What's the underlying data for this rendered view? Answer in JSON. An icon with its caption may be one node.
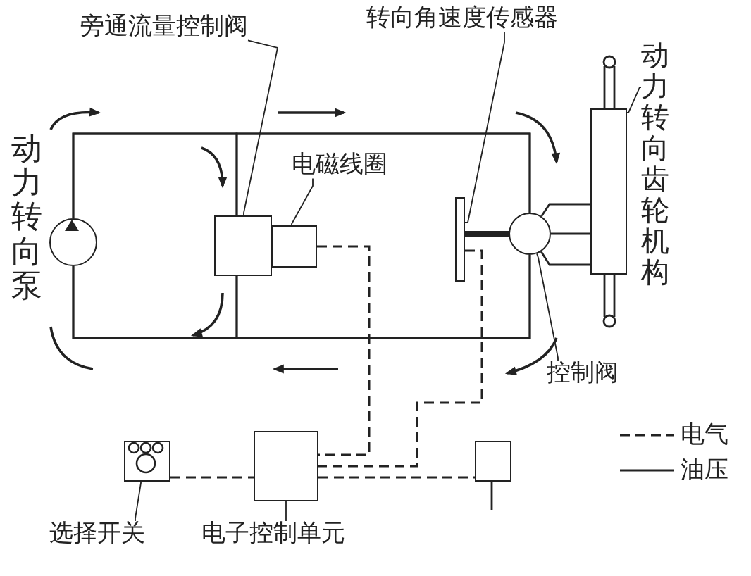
{
  "diagram": {
    "nodes": [
      {
        "text": [
          "旁通流量控制阀"
        ]
      },
      {
        "text": [
          "转向角速度传感器"
        ]
      },
      {
        "text": [
          "动力转向齿轮机构"
        ]
      },
      {
        "text": [
          "动力转向泵"
        ]
      },
      {
        "text": [
          "电磁线圈"
        ]
      },
      {
        "text": [
          "控制阀"
        ]
      },
      {
        "text": [
          "选择开关"
        ]
      },
      {
        "text": [
          "电子控制单元"
        ]
      },
      {
        "text": [],
        "shape": "circle"
      },
      {
        "text": [],
        "shape": "box"
      },
      {
        "text": [],
        "shape": "box"
      },
      {
        "text": [],
        "shape": "box"
      },
      {
        "text": [],
        "shape": "box"
      },
      {
        "text": [],
        "shape": "box"
      },
      {
        "text": [],
        "shape": "box"
      },
      {
        "text": [],
        "shape": "circle"
      },
      {
        "text": [],
        "shape": "box"
      }
    ],
    "edges": [
      {
        "from": 0,
        "to": 10,
        "arrow": "none"
      },
      {
        "from": 1,
        "to": 13,
        "arrow": "none"
      },
      {
        "from": 2,
        "to": 16,
        "arrow": "none"
      },
      {
        "from": 4,
        "to": 12,
        "arrow": "none"
      },
      {
        "from": 5,
        "to": 15,
        "arrow": "none"
      },
      {
        "from": 6,
        "to": 9,
        "arrow": "none"
      },
      {
        "from": 7,
        "to": 11,
        "arrow": "none"
      },
      {
        "from": 8,
        "to": 15,
        "arrow": "none"
      },
      {
        "from": 15,
        "to": 8,
        "arrow": "none"
      },
      {
        "from": 13,
        "to": 15,
        "arrow": "none",
        "style": "thick"
      },
      {
        "from": 15,
        "to": 16,
        "arrow": "none"
      },
      {
        "from": 15,
        "to": 16,
        "arrow": "none"
      },
      {
        "from": 15,
        "to": 16,
        "arrow": "none"
      },
      {
        "from": 12,
        "to": 11,
        "arrow": "none",
        "style": "dashed"
      },
      {
        "from": 13,
        "to": 11,
        "arrow": "none",
        "style": "dashed"
      },
      {
        "from": 9,
        "to": 11,
        "arrow": "none",
        "style": "dashed"
      },
      {
        "from": 11,
        "to": 14,
        "arrow": "none",
        "style": "dashed"
      },
      {
        "from": 10,
        "to": 8,
        "arrow": "none"
      },
      {
        "from": 10,
        "to": 15,
        "arrow": "none"
      },
      {
        "from": 10,
        "to": 8,
        "arrow": "none"
      },
      {
        "from": 10,
        "to": 15,
        "arrow": "none"
      }
    ],
    "legend": [
      {
        "text": "电气"
      },
      {
        "text": "油压"
      }
    ]
  }
}
